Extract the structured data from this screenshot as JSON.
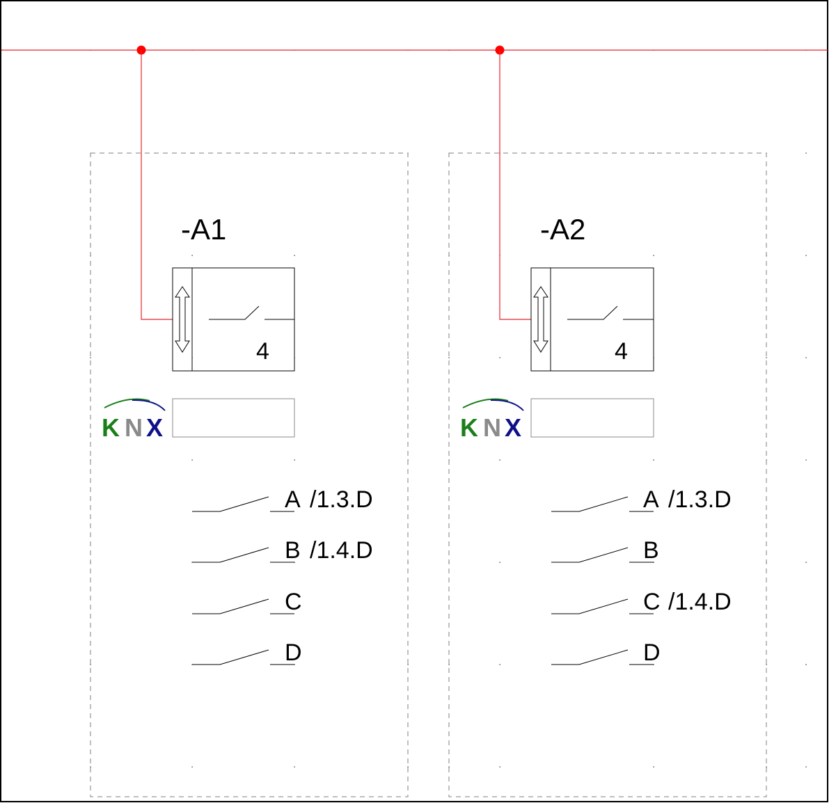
{
  "colors": {
    "bus_line": "#e8232a",
    "bus_node": "#ff0000",
    "frame": "#000000",
    "dashed_border": "#7f7f7f",
    "grid_dot": "#000000",
    "knx_k": "#1a7f1a",
    "knx_n": "#8a8a8a",
    "knx_x": "#10108a",
    "knx_arc_left": "#1a7f1a",
    "knx_arc_right": "#10108a"
  },
  "modules": [
    {
      "tag": "-A1",
      "channel_count": "4",
      "logo": {
        "k": "K",
        "n": "N",
        "x": "X",
        "icon": "knx-logo"
      },
      "contacts": [
        {
          "letter": "A",
          "ref": "/1.3.D"
        },
        {
          "letter": "B",
          "ref": "/1.4.D"
        },
        {
          "letter": "C",
          "ref": ""
        },
        {
          "letter": "D",
          "ref": ""
        }
      ]
    },
    {
      "tag": "-A2",
      "channel_count": "4",
      "logo": {
        "k": "K",
        "n": "N",
        "x": "X",
        "icon": "knx-logo"
      },
      "contacts": [
        {
          "letter": "A",
          "ref": "/1.3.D"
        },
        {
          "letter": "B",
          "ref": ""
        },
        {
          "letter": "C",
          "ref": "/1.4.D"
        },
        {
          "letter": "D",
          "ref": ""
        }
      ]
    }
  ]
}
